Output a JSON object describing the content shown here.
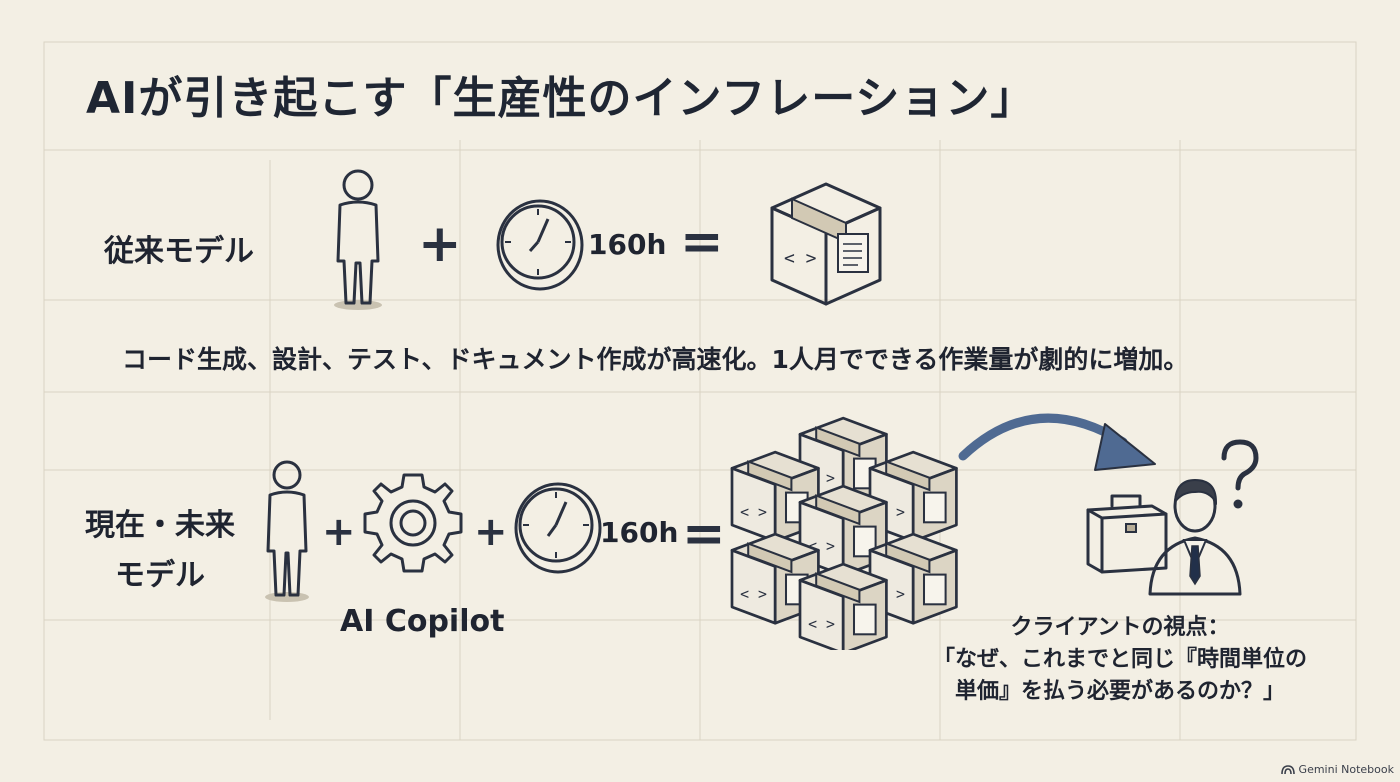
{
  "title": "AIが引き起こす「生産性のインフレーション」",
  "traditional": {
    "label": "従来モデル",
    "hours": "160h",
    "plus": "+",
    "equals": "="
  },
  "description": "コード生成、設計、テスト、ドキュメント作成が高速化。1人月でできる作業量が劇的に増加。",
  "future": {
    "label_line1": "現在・未来",
    "label_line2": "モデル",
    "tool_label": "AI Copilot",
    "hours": "160h",
    "plus": "+",
    "equals": "="
  },
  "client_quote": {
    "line1": "クライアントの視点：",
    "line2": "「なぜ、これまでと同じ『時間単位の",
    "line3": "単価』を払う必要があるのか？」"
  },
  "brand": "Gemini Notebook",
  "colors": {
    "background": "#f3efe4",
    "ink": "#2a3140",
    "person_future": "#7f9378",
    "arrow": "#4f6a92",
    "client_suit": "#3f5478"
  },
  "icons": [
    "person-icon",
    "clock-icon",
    "box-icon",
    "gear-icon",
    "curved-arrow-icon",
    "briefcase-icon",
    "businessman-icon",
    "question-icon"
  ]
}
